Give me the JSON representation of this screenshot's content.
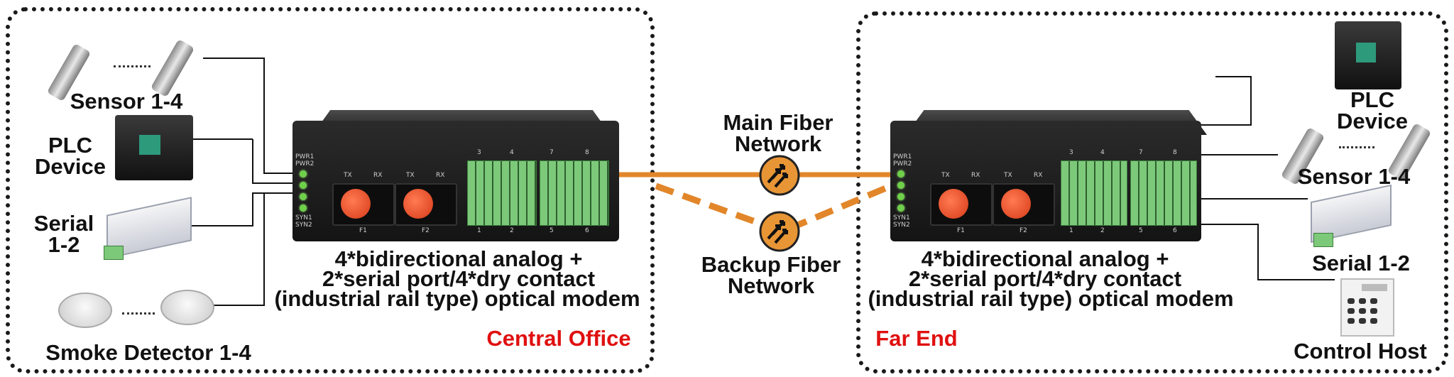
{
  "left_panel": {
    "location_label": "Central Office",
    "devices": [
      {
        "name": "Sensor 1-4"
      },
      {
        "name": "PLC\nDevice"
      },
      {
        "name": "Serial\n1-2"
      },
      {
        "name": "Smoke Detector 1-4"
      }
    ],
    "modem_caption_lines": [
      "4*bidirectional analog +",
      "2*serial port/4*dry contact",
      "(industrial rail type) optical modem"
    ]
  },
  "right_panel": {
    "location_label": "Far End",
    "devices": [
      {
        "name": "PLC\nDevice"
      },
      {
        "name": "Sensor 1-4"
      },
      {
        "name": "Serial 1-2"
      },
      {
        "name": "Control Host"
      }
    ],
    "modem_caption_lines": [
      "4*bidirectional analog +",
      "2*serial port/4*dry contact",
      "(industrial rail type) optical modem"
    ]
  },
  "network": {
    "main_label": "Main Fiber\nNetwork",
    "backup_label": "Backup Fiber\nNetwork",
    "line_color": "#e2862a"
  },
  "modem_panel_text": {
    "pwr1": "PWR1",
    "pwr2": "PWR2",
    "syn1": "SYN1",
    "syn2": "SYN2",
    "tx": "TX",
    "rx": "RX",
    "f1": "F1",
    "f2": "F2",
    "top_groups": [
      "3",
      "4",
      "7",
      "8"
    ],
    "bottom_groups": [
      "1",
      "2",
      "5",
      "6"
    ]
  },
  "colors": {
    "location_label": "#e01010",
    "frame": "#1a1a1a",
    "led": "#6fd14a",
    "fiber_cap": "#e0451f",
    "terminal": "#7cc97a"
  }
}
